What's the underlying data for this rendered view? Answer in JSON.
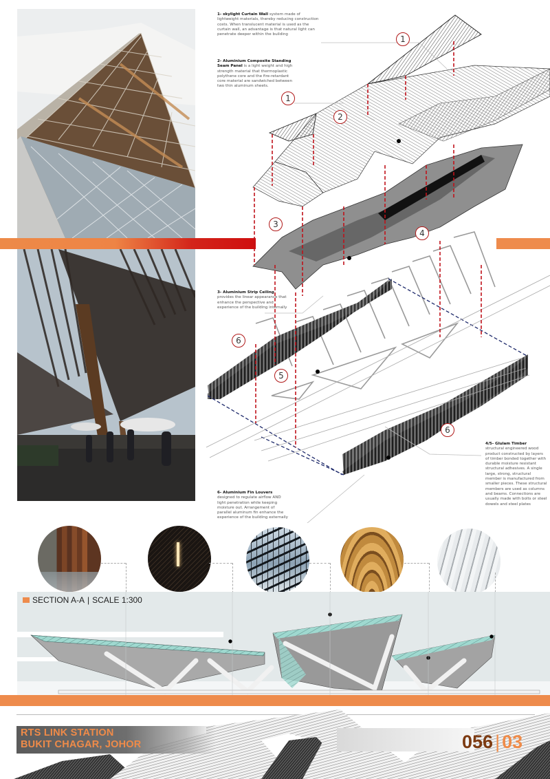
{
  "board": {
    "accent_orange": "#EE8B4C",
    "accent_red": "#CF0F0F",
    "accent_brown": "#7D3B12"
  },
  "renders": [
    {
      "name": "exterior-skylight-render",
      "depicts": "aerial view of glazed curtain-wall skylight ridge with timber structure"
    },
    {
      "name": "interior-concourse-render",
      "depicts": "interior concourse with glulam columns, fin louvers and passengers"
    }
  ],
  "notes": {
    "n1": {
      "title": "1- skylight Curtain Wall",
      "body": "system made of lightweight materials, thereby reducing construction costs. When translucent material is used as the curtain wall, an advantage is that natural light can penetrate deeper within the building"
    },
    "n2": {
      "title": "2- Aluminium Composite Standing Seam Panel",
      "body": "is a light weight and high strength material that thermoplastic polythene core and the fire-retardant core material are sandwiched between two thin aluminum sheets."
    },
    "n3": {
      "title": "3- Aluminium Strip Ceiling",
      "body": "provides the linear appearance that enhance the perspective and experience of the building internally"
    },
    "n6": {
      "title": "6- Aluminium Fin Louvers",
      "body": "designed to regulate airflow AND light penetration while keeping moisture out. Arrangement of parallel aluminum fin enhance the experience of the building externally"
    },
    "n45": {
      "title": "4/5- Glulam Timber",
      "body": "structural engineered wood product constructed by layers of timber bonded together with durable moisture resistant structural adhesives. A single large, strong, structural member is manufactured from smaller pieces. These structural members are used as columns and beams. Connections are usually made with bolts or steel dowels and steel plates"
    }
  },
  "markers": {
    "m1a": "1",
    "m1b": "1",
    "m2": "2",
    "m3": "3",
    "m4": "4",
    "m5": "5",
    "m6a": "6",
    "m6b": "6"
  },
  "materials": [
    {
      "name": "fin-louver-sample"
    },
    {
      "name": "strip-ceiling-sample"
    },
    {
      "name": "curtain-wall-sample"
    },
    {
      "name": "glulam-timber-sample"
    },
    {
      "name": "standing-seam-panel-sample"
    }
  ],
  "section": {
    "label": "SECTION A-A",
    "separator": "|",
    "scale": "SCALE 1:300"
  },
  "footer": {
    "title_line1": "RTS LINK STATION",
    "title_line2": "BUKIT CHAGAR, JOHOR",
    "sheet_main": "056",
    "sheet_separator": "|",
    "sheet_sub": "03"
  }
}
